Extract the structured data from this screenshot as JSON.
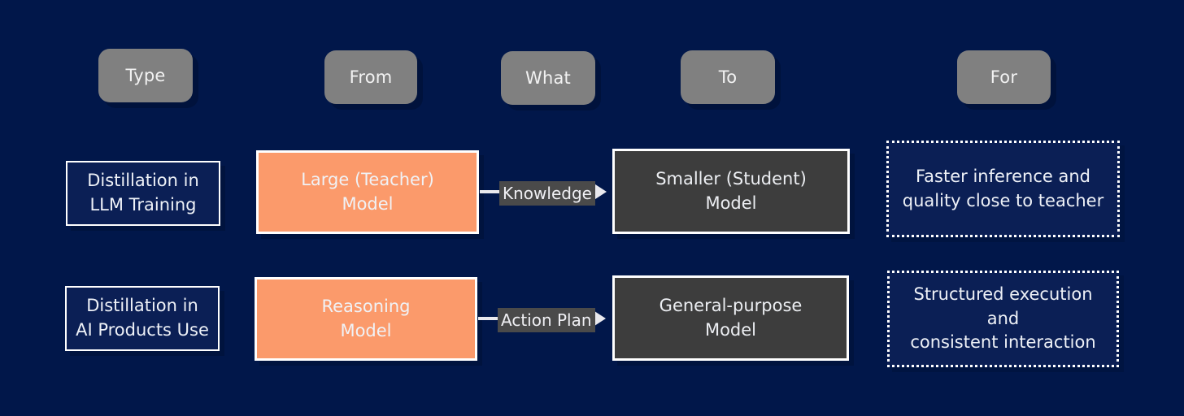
{
  "canvas": {
    "background_color": "#01174a",
    "accent_orange": "#fb9a6b",
    "accent_gray": "#3d3d3d",
    "header_pill_color": "#808080",
    "border_color": "#ffffff"
  },
  "headers": [
    {
      "label": "Type"
    },
    {
      "label": "From"
    },
    {
      "label": "What"
    },
    {
      "label": "To"
    },
    {
      "label": "For"
    }
  ],
  "rows": [
    {
      "type": "Distillation in\nLLM Training",
      "type_lines": [
        "Distillation in",
        "LLM Training"
      ],
      "from_lines": [
        "Large (Teacher)",
        "Model"
      ],
      "what": "Knowledge",
      "to_lines": [
        "Smaller (Student)",
        "Model"
      ],
      "for_lines": [
        "Faster inference and",
        "quality close to teacher"
      ]
    },
    {
      "type": "Distillation in\nAI Products Use",
      "type_lines": [
        "Distillation in",
        "AI Products Use"
      ],
      "from_lines": [
        "Reasoning",
        "Model"
      ],
      "what": "Action Plan",
      "to_lines": [
        "General-purpose",
        "Model"
      ],
      "for_lines": [
        "Structured execution and",
        "consistent interaction"
      ]
    }
  ]
}
